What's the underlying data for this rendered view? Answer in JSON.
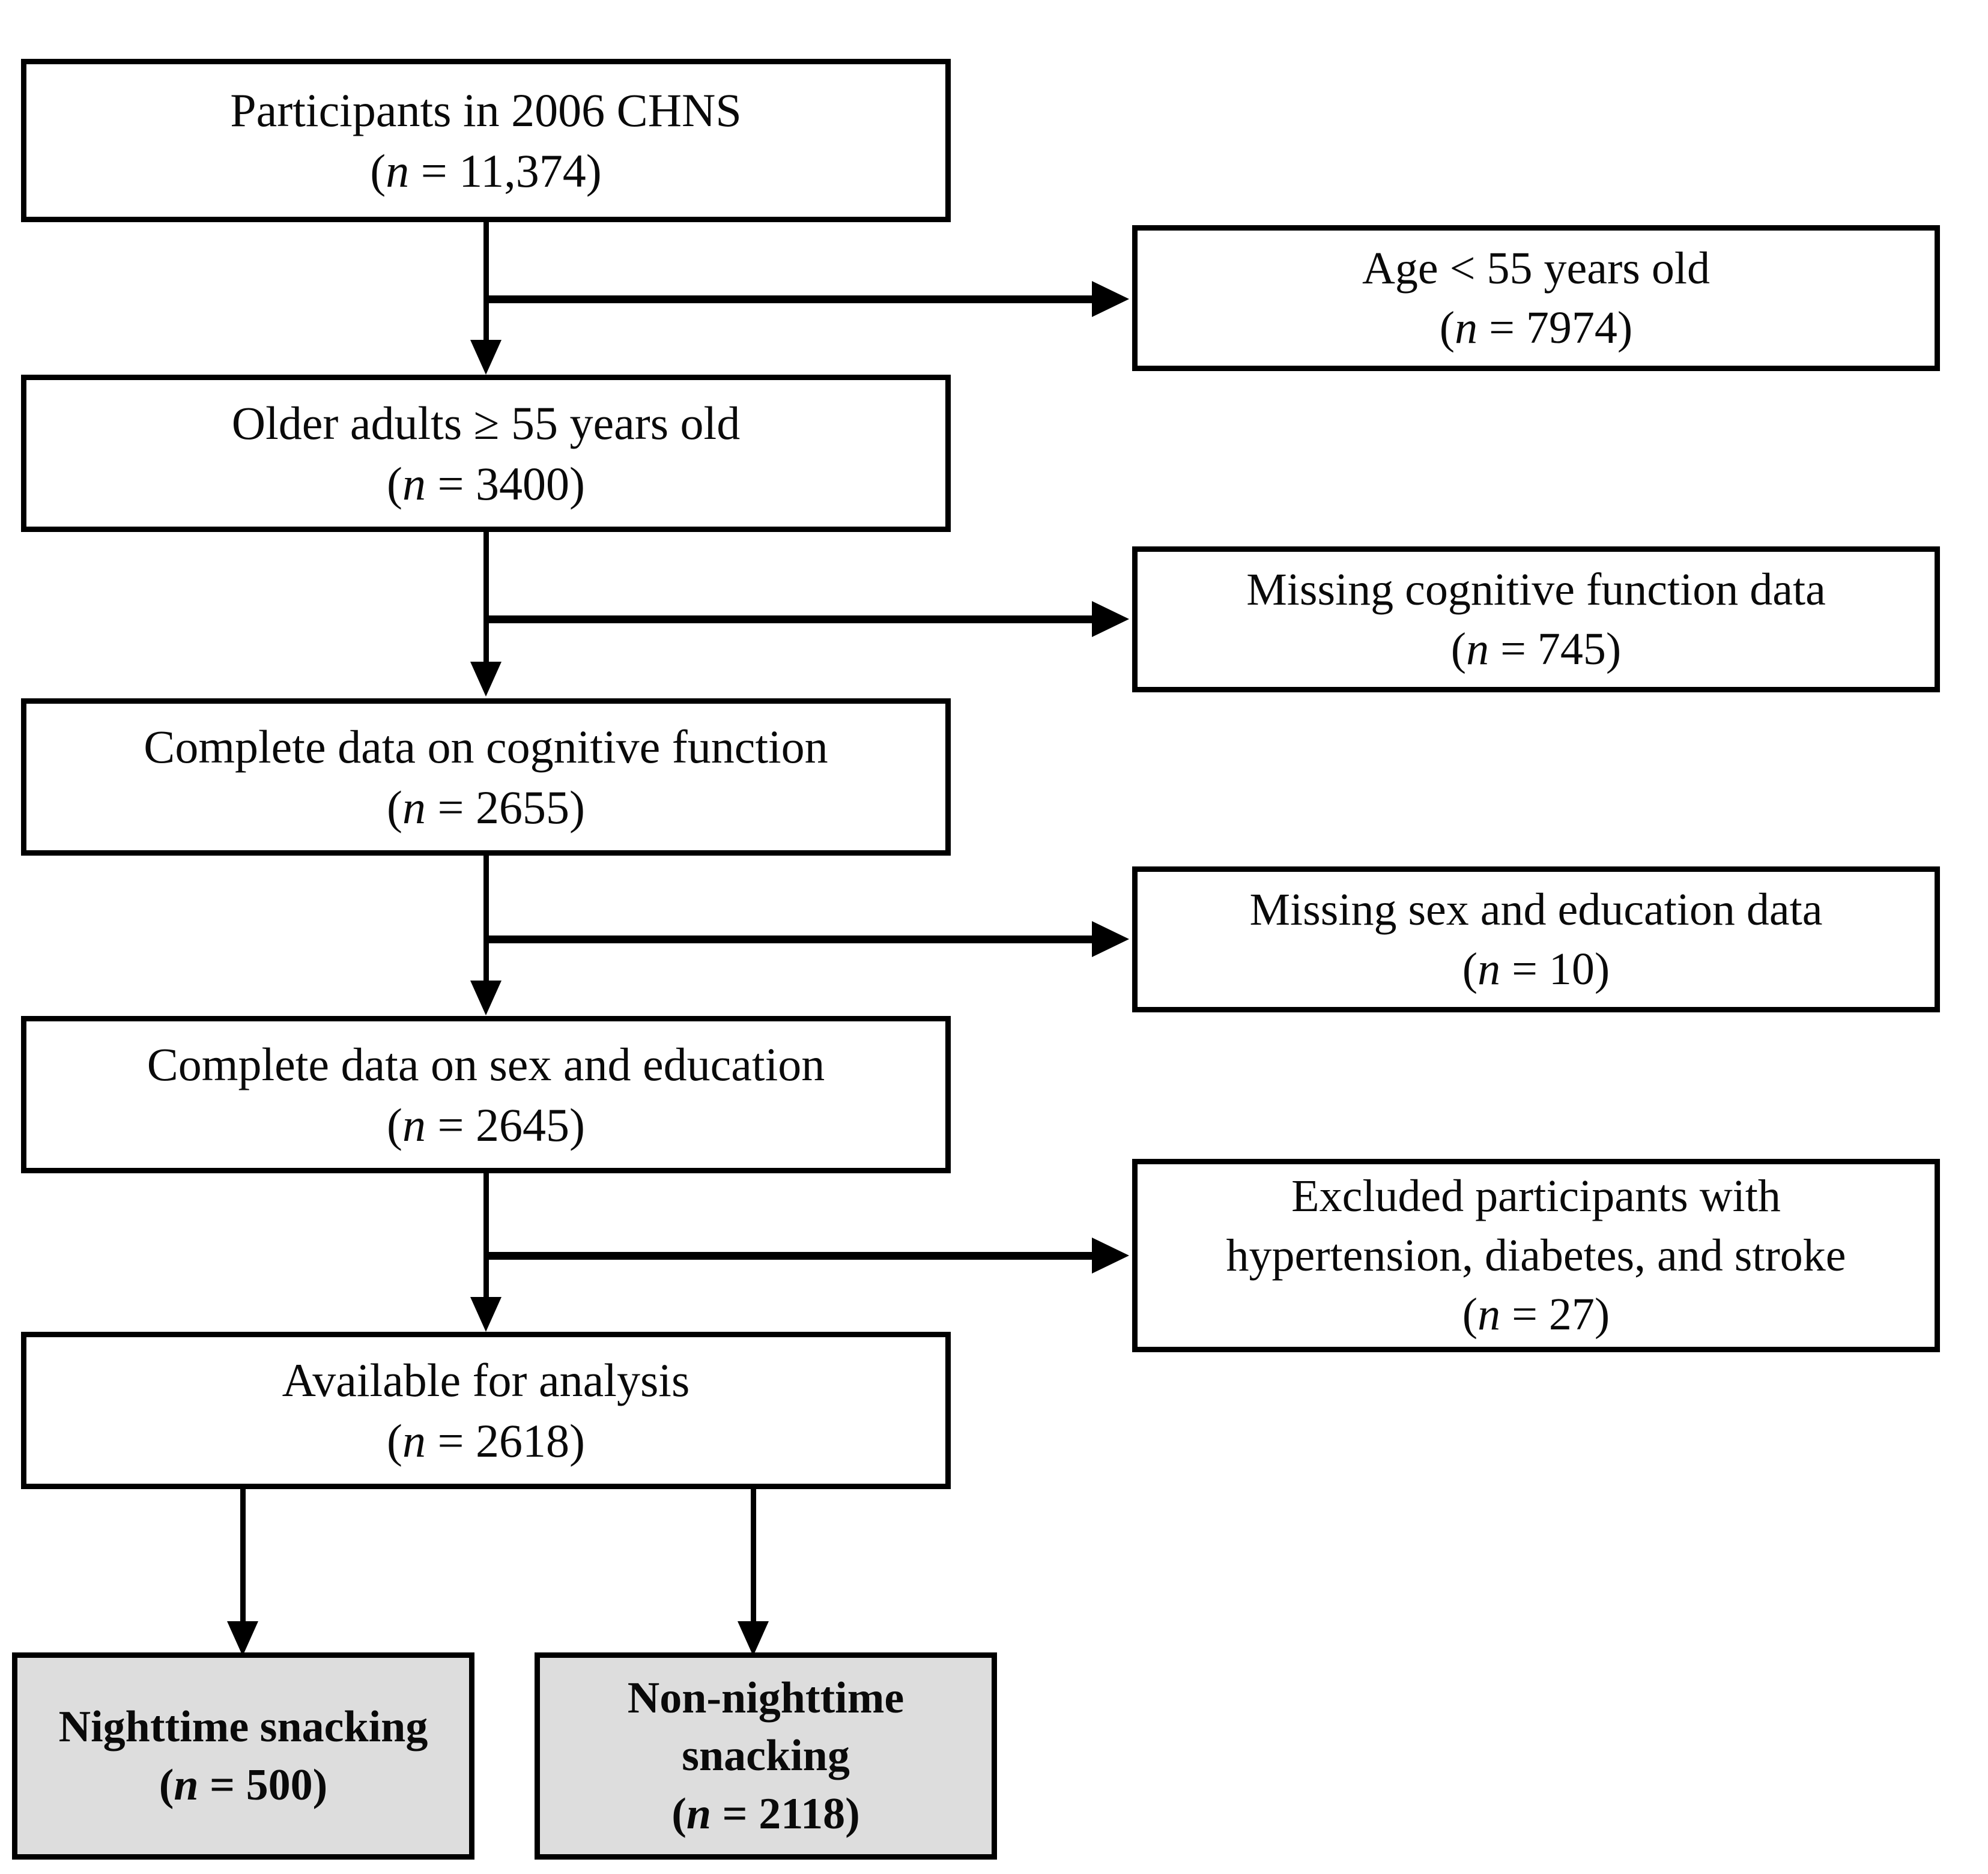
{
  "figure": {
    "type": "flowchart",
    "orientation": "top-to-bottom",
    "background_color": "#ffffff",
    "border_color": "#000000",
    "outcome_fill_color": "#dddddd"
  },
  "main_flow": [
    {
      "id": "participants",
      "title": "Participants in 2006 CHNS",
      "n_label": "(",
      "n_symbol": "n",
      "n_value": " = 11,374)"
    },
    {
      "id": "older-adults",
      "title": "Older adults  ≥ 55 years old",
      "n_label": "(",
      "n_symbol": "n",
      "n_value": " = 3400)"
    },
    {
      "id": "complete-cognitive",
      "title": "Complete data on cognitive function",
      "n_label": "(",
      "n_symbol": "n",
      "n_value": " = 2655)"
    },
    {
      "id": "complete-sex-education",
      "title": "Complete data on sex and education",
      "n_label": "(",
      "n_symbol": "n",
      "n_value": " = 2645)"
    },
    {
      "id": "available-analysis",
      "title": "Available for analysis",
      "n_label": "(",
      "n_symbol": "n",
      "n_value": " = 2618)"
    }
  ],
  "exclusions": [
    {
      "id": "age-under-55",
      "title": "Age < 55 years old",
      "title2": "",
      "n_label": "(",
      "n_symbol": "n",
      "n_value": " = 7974)"
    },
    {
      "id": "missing-cognitive",
      "title": "Missing cognitive function data",
      "title2": "",
      "n_label": "(",
      "n_symbol": "n",
      "n_value": " = 745)"
    },
    {
      "id": "missing-sex-education",
      "title": "Missing sex and education data",
      "title2": "",
      "n_label": "(",
      "n_symbol": "n",
      "n_value": " = 10)"
    },
    {
      "id": "excluded-comorbidities",
      "title": "Excluded participants with",
      "title2": "hypertension, diabetes, and stroke",
      "n_label": "(",
      "n_symbol": "n",
      "n_value": " = 27)"
    }
  ],
  "outcomes": [
    {
      "id": "nighttime-snacking",
      "title": "Nighttime snacking",
      "title2": "",
      "n_label": "(",
      "n_symbol": "n",
      "n_value": " = 500)"
    },
    {
      "id": "non-nighttime-snacking",
      "title": "Non-nighttime",
      "title2": "snacking",
      "n_label": "(",
      "n_symbol": "n",
      "n_value": " = 2118)"
    }
  ]
}
